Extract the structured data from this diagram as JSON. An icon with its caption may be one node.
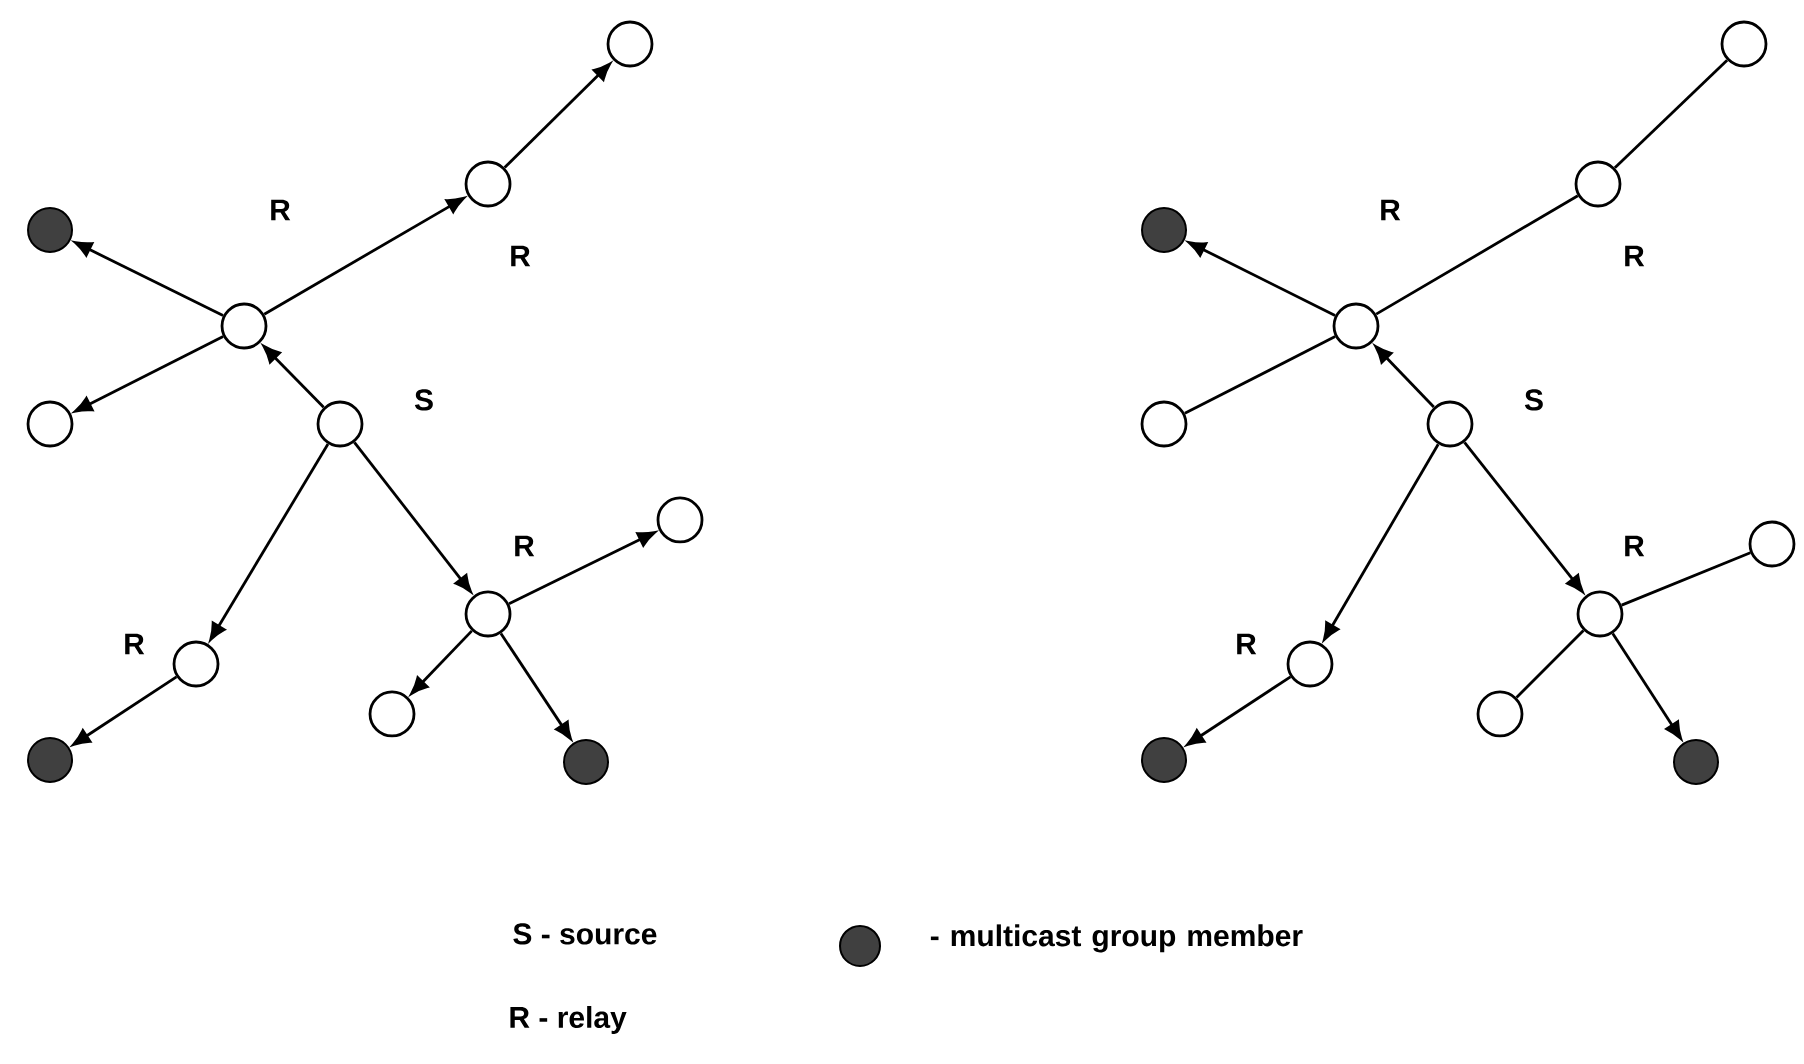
{
  "diagram": {
    "nodes": [
      {
        "text": [],
        "shape": "circle",
        "beside": [
          "S"
        ]
      },
      {
        "text": [],
        "shape": "circle",
        "beside": [
          "R"
        ]
      },
      {
        "text": [],
        "shape": "disc"
      },
      {
        "text": [],
        "shape": "circle"
      },
      {
        "text": [],
        "shape": "circle",
        "beside": [
          "R"
        ]
      },
      {
        "text": [],
        "shape": "circle"
      },
      {
        "text": [],
        "shape": "circle",
        "beside": [
          "R"
        ]
      },
      {
        "text": [],
        "shape": "disc"
      },
      {
        "text": [],
        "shape": "circle",
        "beside": [
          "R"
        ]
      },
      {
        "text": [],
        "shape": "circle"
      },
      {
        "text": [],
        "shape": "circle"
      },
      {
        "text": [],
        "shape": "disc"
      },
      {
        "text": [],
        "shape": "circle",
        "beside": [
          "S"
        ]
      },
      {
        "text": [],
        "shape": "circle",
        "beside": [
          "R"
        ]
      },
      {
        "text": [],
        "shape": "disc"
      },
      {
        "text": [],
        "shape": "circle"
      },
      {
        "text": [],
        "shape": "circle",
        "beside": [
          "R"
        ]
      },
      {
        "text": [],
        "shape": "circle"
      },
      {
        "text": [],
        "shape": "circle",
        "beside": [
          "R"
        ]
      },
      {
        "text": [],
        "shape": "disc"
      },
      {
        "text": [],
        "shape": "circle",
        "beside": [
          "R"
        ]
      },
      {
        "text": [],
        "shape": "circle"
      },
      {
        "text": [],
        "shape": "circle"
      },
      {
        "text": [],
        "shape": "disc"
      }
    ],
    "edges": [
      {
        "from": 0,
        "to": 1,
        "arrow": "to"
      },
      {
        "from": 1,
        "to": 2,
        "arrow": "to"
      },
      {
        "from": 1,
        "to": 3,
        "arrow": "to"
      },
      {
        "from": 1,
        "to": 4,
        "arrow": "to"
      },
      {
        "from": 4,
        "to": 5,
        "arrow": "to"
      },
      {
        "from": 0,
        "to": 6,
        "arrow": "to"
      },
      {
        "from": 6,
        "to": 7,
        "arrow": "to"
      },
      {
        "from": 0,
        "to": 8,
        "arrow": "to"
      },
      {
        "from": 8,
        "to": 9,
        "arrow": "to"
      },
      {
        "from": 8,
        "to": 10,
        "arrow": "to"
      },
      {
        "from": 8,
        "to": 11,
        "arrow": "to"
      },
      {
        "from": 12,
        "to": 13,
        "arrow": "to"
      },
      {
        "from": 13,
        "to": 14,
        "arrow": "to"
      },
      {
        "from": 13,
        "to": 15,
        "arrow": "none"
      },
      {
        "from": 13,
        "to": 16,
        "arrow": "none"
      },
      {
        "from": 16,
        "to": 17,
        "arrow": "none"
      },
      {
        "from": 12,
        "to": 18,
        "arrow": "to"
      },
      {
        "from": 18,
        "to": 19,
        "arrow": "to"
      },
      {
        "from": 12,
        "to": 20,
        "arrow": "to"
      },
      {
        "from": 20,
        "to": 21,
        "arrow": "none"
      },
      {
        "from": 20,
        "to": 22,
        "arrow": "none"
      },
      {
        "from": 20,
        "to": 23,
        "arrow": "to"
      }
    ],
    "labels": [
      "S - source",
      "R - relay"
    ],
    "legend": [
      {
        "text": "- multicast group member"
      }
    ]
  }
}
